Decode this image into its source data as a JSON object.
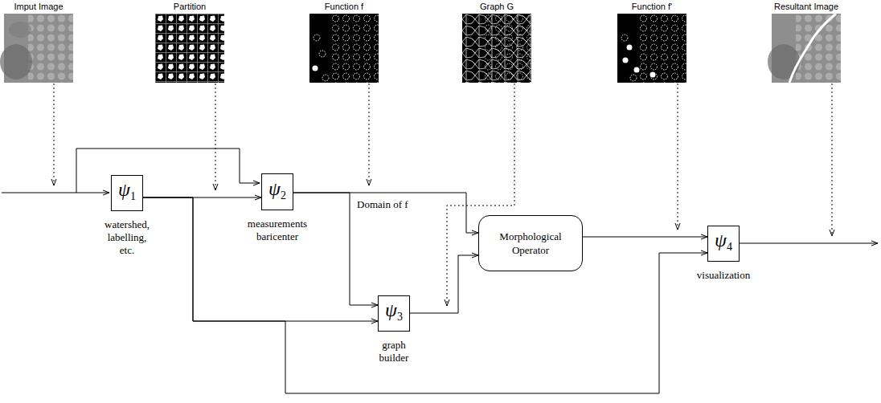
{
  "diagram": {
    "nodes": [
      {
        "text": [
          "Imput Image"
        ]
      },
      {
        "text": [
          "Partition"
        ]
      },
      {
        "text": [
          "Function f"
        ]
      },
      {
        "text": [
          "Graph G"
        ]
      },
      {
        "text": [
          "Function f'"
        ]
      },
      {
        "text": [
          "Resultant Image"
        ]
      },
      {
        "text": [
          "ψ1",
          "watershed, labelling, etc."
        ]
      },
      {
        "text": [
          "ψ2",
          "measurements baricenter"
        ]
      },
      {
        "text": [
          "ψ3",
          "graph builder"
        ]
      },
      {
        "text": [
          "Morphological Operator"
        ]
      },
      {
        "text": [
          "ψ4",
          "visualization"
        ]
      }
    ],
    "edges": [
      {
        "from": 6,
        "to": 7,
        "arrow": "to"
      },
      {
        "from": 6,
        "to": 8,
        "arrow": "to"
      },
      {
        "from": 6,
        "to": 10,
        "arrow": "to"
      },
      {
        "from": 7,
        "to": 9,
        "arrow": "to"
      },
      {
        "from": 7,
        "to": 8,
        "arrow": "to"
      },
      {
        "from": 8,
        "to": 9,
        "arrow": "to"
      },
      {
        "from": 9,
        "to": 10,
        "arrow": "to"
      }
    ],
    "labels": [
      "Domain of f"
    ]
  }
}
